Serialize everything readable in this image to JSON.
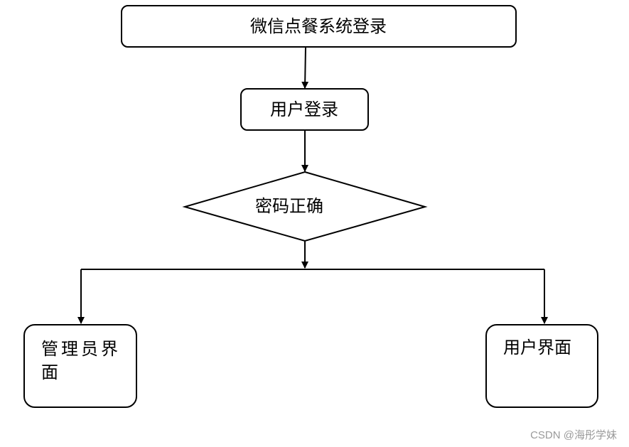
{
  "diagram": {
    "nodes": {
      "system_login": "微信点餐系统登录",
      "user_login": "用户登录",
      "password_check": "密码正确",
      "admin_ui_line1": "管理员界",
      "admin_ui_line2": "面",
      "user_ui": "用户界面"
    }
  },
  "watermark": "CSDN @海彤学妹"
}
